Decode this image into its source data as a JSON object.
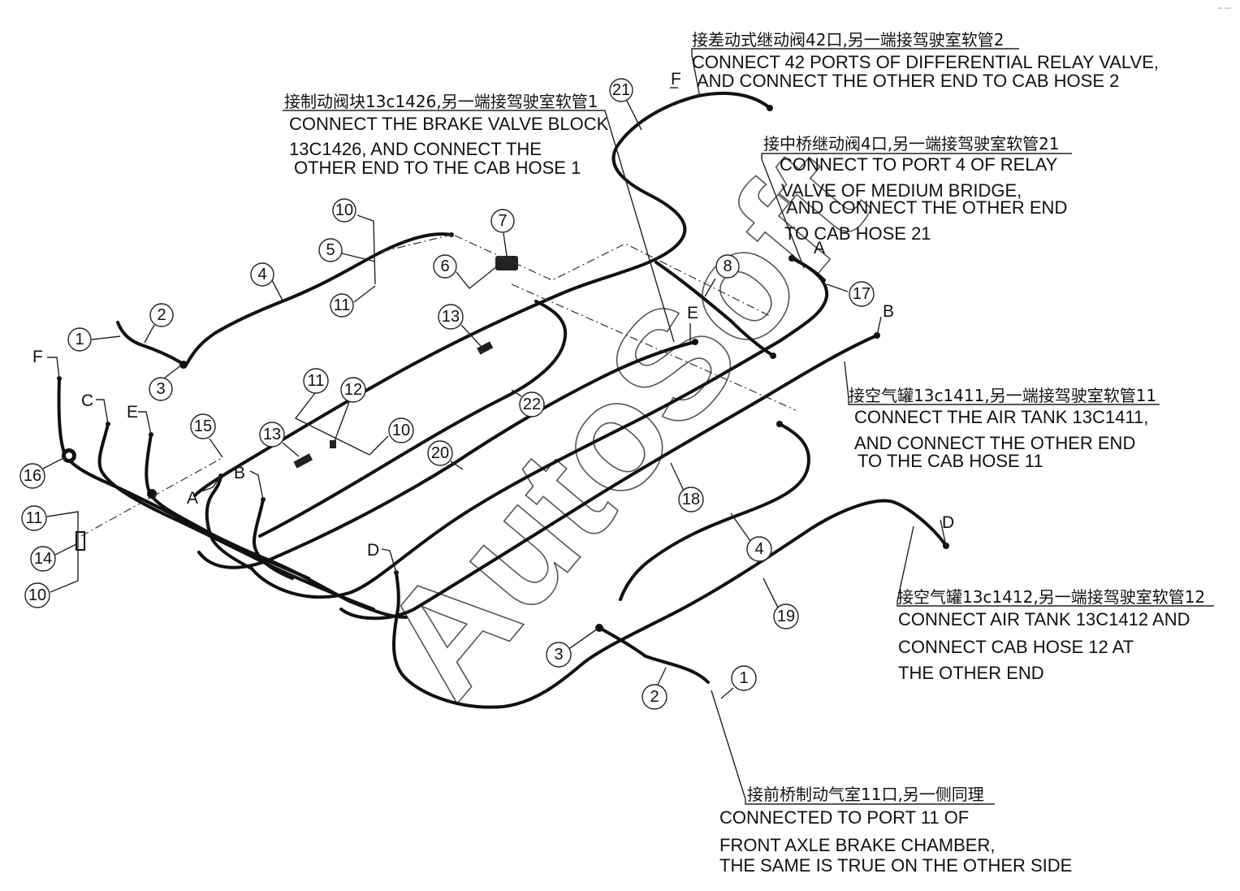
{
  "watermark": "AutoSoft",
  "corner_mark": "°° °°°",
  "notes": {
    "n1": {
      "zh": "接差动式继动阀42口,另一端接驾驶室软管2",
      "en1": "CONNECT 42 PORTS OF DIFFERENTIAL RELAY VALVE,",
      "en2": "AND CONNECT THE OTHER END TO CAB HOSE 2"
    },
    "n2": {
      "zh": "接制动阀块13c1426,另一端接驾驶室软管1",
      "en1": "CONNECT THE BRAKE VALVE BLOCK",
      "en2": "13C1426, AND CONNECT THE",
      "en3": "OTHER END TO THE CAB HOSE 1"
    },
    "n3": {
      "zh": "接中桥继动阀4口,另一端接驾驶室软管21",
      "en1": "CONNECT TO PORT 4 OF RELAY",
      "en2": "VALVE OF MEDIUM BRIDGE,",
      "en3": "AND CONNECT THE OTHER END",
      "en4": "TO CAB HOSE 21"
    },
    "n4": {
      "zh": "接空气罐13c1411,另一端接驾驶室软管11",
      "en1": "CONNECT THE AIR TANK 13C1411,",
      "en2": "AND CONNECT THE OTHER END",
      "en3": "TO THE CAB HOSE 11"
    },
    "n5": {
      "zh": "接空气罐13c1412,另一端接驾驶室软管12",
      "en1": "CONNECT AIR TANK 13C1412 AND",
      "en2": "CONNECT CAB HOSE 12 AT",
      "en3": "THE OTHER END"
    },
    "n6": {
      "zh": "接前桥制动气室11口,另一侧同理",
      "en1": "CONNECTED TO PORT 11 OF",
      "en2": "FRONT AXLE BRAKE CHAMBER,",
      "en3": "THE SAME IS TRUE ON THE OTHER SIDE"
    }
  },
  "letters": {
    "F_top": "F",
    "A_right": "A",
    "B_right": "B",
    "E_mid": "E",
    "F_left": "F",
    "C_left": "C",
    "E_left": "E",
    "A_left": "A",
    "B_left": "B",
    "D_mid": "D",
    "D_right": "D"
  },
  "callouts": {
    "c21": "21",
    "c10a": "10",
    "c5": "5",
    "c11a": "11",
    "c4a": "4",
    "c7": "7",
    "c6": "6",
    "c8": "8",
    "c17": "17",
    "c2a": "2",
    "c1a": "1",
    "c3a": "3",
    "c13a": "13",
    "c22": "22",
    "c11b": "11",
    "c12": "12",
    "c10b": "10",
    "c13b": "13",
    "c20": "20",
    "c15": "15",
    "c16": "16",
    "c11c": "11",
    "c14": "14",
    "c10c": "10",
    "c18": "18",
    "c4b": "4",
    "c19": "19",
    "c3b": "3",
    "c2b": "2",
    "c1b": "1"
  }
}
